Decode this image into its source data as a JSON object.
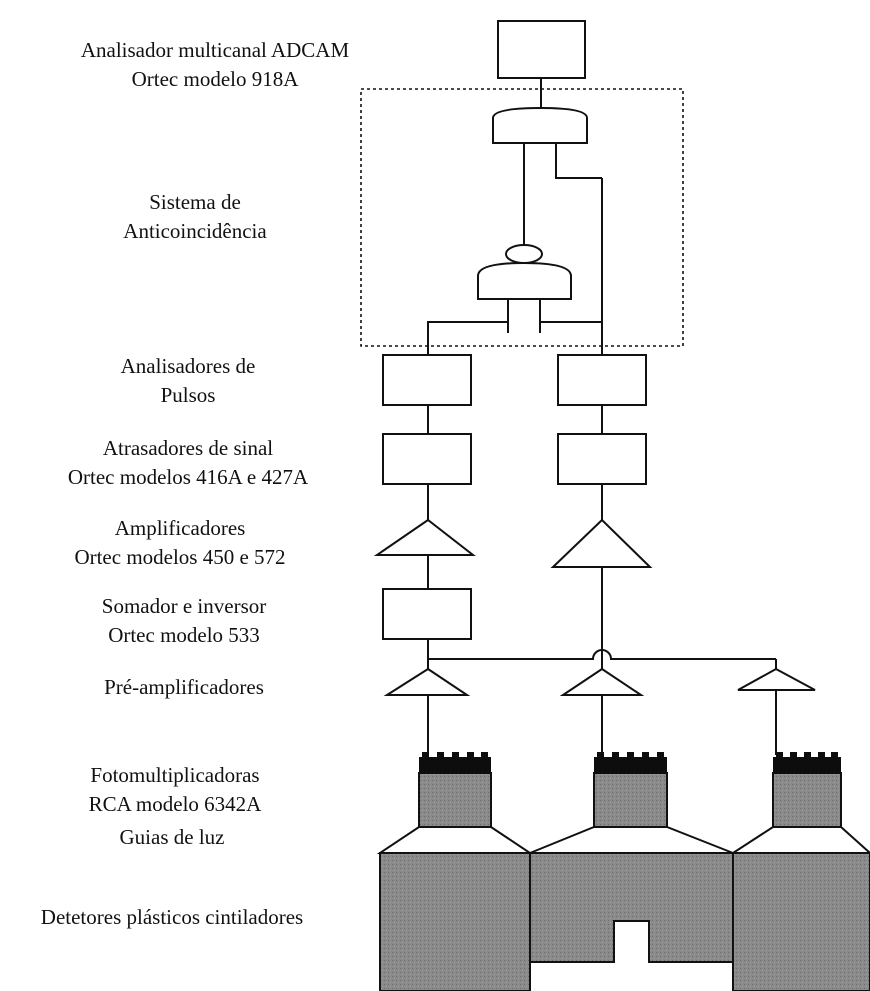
{
  "labels": {
    "mca": [
      "Analisador multicanal ADCAM",
      "Ortec modelo 918A"
    ],
    "anticoincidence": [
      "Sistema de",
      "Anticoincidência"
    ],
    "pulse_analyzers": [
      "Analisadores de",
      "Pulsos"
    ],
    "delays": [
      "Atrasadores de sinal",
      "Ortec modelos 416A e 427A"
    ],
    "amplifiers": [
      "Amplificadores",
      "Ortec modelos 450 e 572"
    ],
    "summer": [
      "Somador e inversor",
      "Ortec modelo 533"
    ],
    "preamps": [
      "Pré-amplificadores"
    ],
    "pmts": [
      "Fotomultiplicadoras",
      "RCA modelo 6342A"
    ],
    "light_guides": [
      "Guias de luz"
    ],
    "detectors": [
      "Detetores plásticos cintiladores"
    ]
  },
  "colors": {
    "line": "#111111",
    "detector_fill": "#8a8a8a",
    "pmt_fill": "#8a8a8a",
    "pmt_cap": "#0d0d0d",
    "background": "#ffffff"
  }
}
